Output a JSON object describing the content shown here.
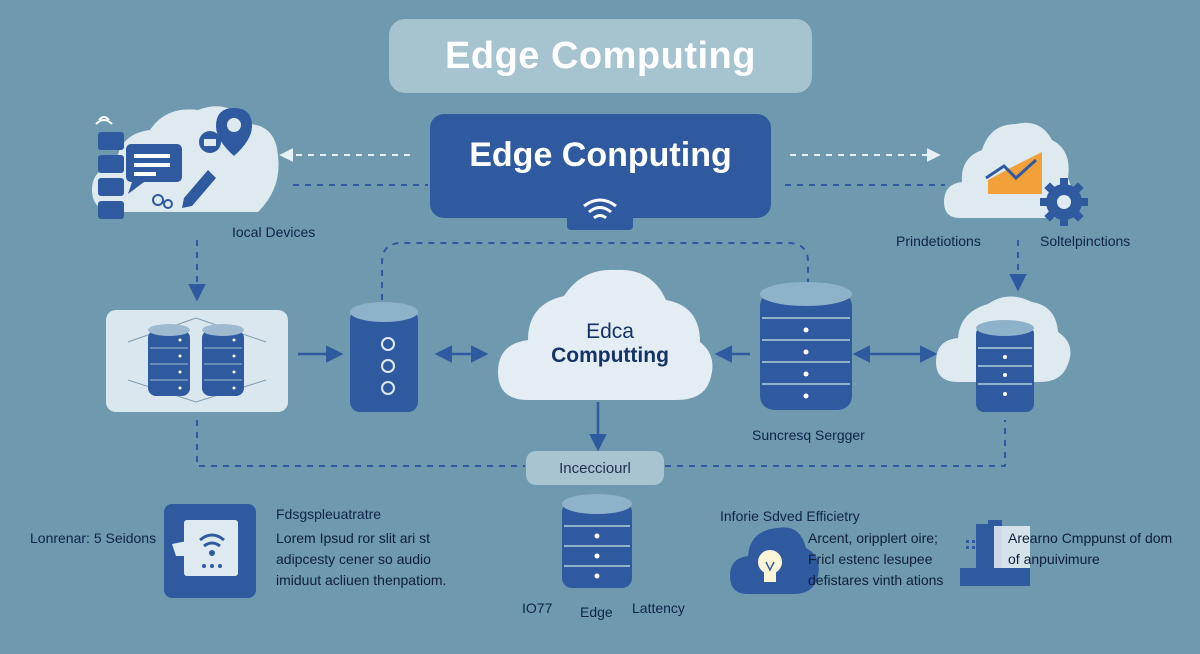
{
  "title": "Edge Computing",
  "hub": {
    "label": "Edge Conputing"
  },
  "center_cloud": {
    "line1": "Edca",
    "line2": "Computting"
  },
  "labels": {
    "local_devices": "Iocal Devices",
    "predictions": "Prindetiotions",
    "solutions": "Soltelpinctions",
    "server": "Suncresq Sergger",
    "inception_pill": "Incecciourl",
    "bottom_left": "Lonrenar: 5 Seidons",
    "bottom_left_heading": "Fdsgspleuatratre",
    "iot": "IO77",
    "edge": "Edge",
    "latency": "Lattency",
    "efficiency": "Inforie Sdved Efficietry"
  },
  "paragraphs": {
    "middle_left": [
      "Lorem  Ipsud ror  slit  ari   st",
      "adipcesty  cener  so  audio",
      "imiduut  acliuen  thenpatiom."
    ],
    "middle_right": [
      "Arcent, oripplert oire;",
      "Fricl  estenc lesupee",
      "defistares vinth ations"
    ],
    "far_right": [
      "Arearno Cmppunst of dom",
      "of anpuivimure"
    ]
  },
  "colors": {
    "background": "#6f99ae",
    "dark_blue": "#2f5aa0",
    "light_cloud": "#dfeaf0",
    "orange": "#f2a03a"
  }
}
